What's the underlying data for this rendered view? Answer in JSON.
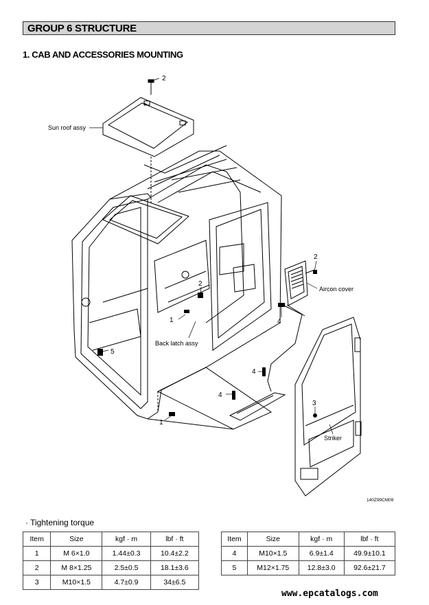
{
  "header": {
    "group_title": "GROUP  6  STRUCTURE",
    "section_title": "1. CAB AND ACCESSORIES MOUNTING"
  },
  "diagram": {
    "labels": {
      "sun_roof": "Sun roof assy",
      "aircon_cover": "Aircon cover",
      "back_latch": "Back latch assy",
      "striker": "Striker",
      "drawing_code": "140Z99CM09"
    },
    "callouts": {
      "c2_top": "2",
      "c2_aircon": "2",
      "c2_mid": "2",
      "c4_upper": "4",
      "c4_mid": "4",
      "c4_lower": "4",
      "c1_upper": "1",
      "c1_lower": "1",
      "c5": "5",
      "c3": "3"
    }
  },
  "torque": {
    "title": "· Tightening torque",
    "headers": [
      "Item",
      "Size",
      "kgf · m",
      "lbf · ft"
    ],
    "left_rows": [
      [
        "1",
        "M 6×1.0",
        "1.44±0.3",
        "10.4±2.2"
      ],
      [
        "2",
        "M 8×1.25",
        "2.5±0.5",
        "18.1±3.6"
      ],
      [
        "3",
        "M10×1.5",
        "4.7±0.9",
        "34±6.5"
      ]
    ],
    "right_rows": [
      [
        "4",
        "M10×1.5",
        "6.9±1.4",
        "49.9±10.1"
      ],
      [
        "5",
        "M12×1.75",
        "12.8±3.0",
        "92.6±21.7"
      ]
    ]
  },
  "footer": {
    "watermark": "www.epcatalogs.com"
  }
}
